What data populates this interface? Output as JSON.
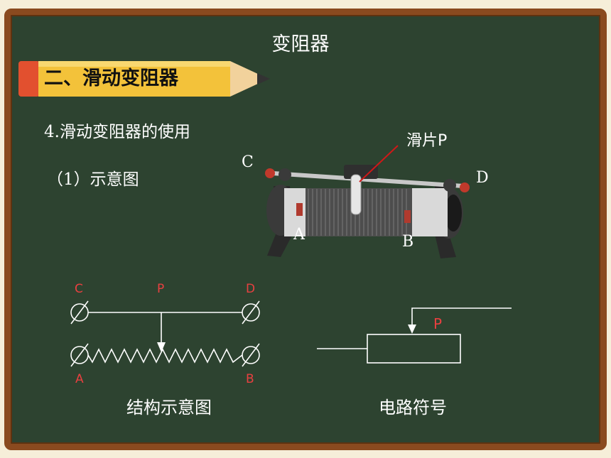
{
  "title": "变阻器",
  "section_tag": "二、滑动变阻器",
  "subtitle": "4.滑动变阻器的使用",
  "subsection": "（1）示意图",
  "photo_labels": {
    "slider": "滑片P",
    "c": "C",
    "d": "D",
    "a": "A",
    "b": "B"
  },
  "structure_labels": {
    "c": "C",
    "p": "P",
    "d": "D",
    "a": "A",
    "b": "B"
  },
  "symbol_label": "P",
  "captions": {
    "structure": "结构示意图",
    "symbol": "电路符号"
  },
  "colors": {
    "board": "#2d4330",
    "frame": "#8a4a1f",
    "pencil": "#f3c23a",
    "terminal_label": "#e84040"
  }
}
